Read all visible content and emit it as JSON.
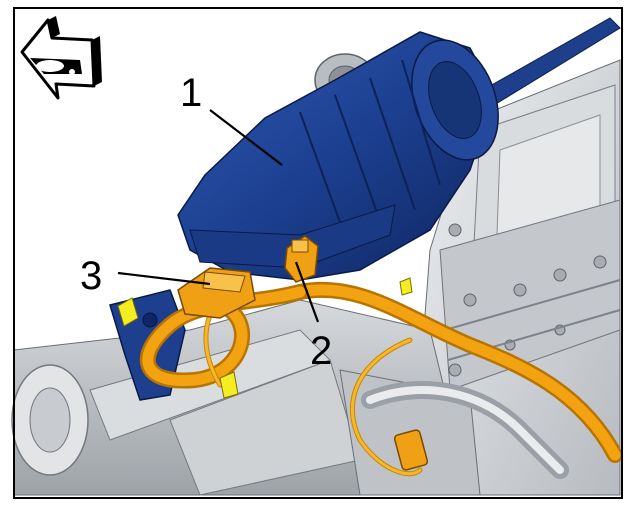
{
  "figure": {
    "callouts": [
      {
        "id": "1",
        "label": "1"
      },
      {
        "id": "2",
        "label": "2"
      },
      {
        "id": "3",
        "label": "3"
      }
    ],
    "orientation_icon": "front-of-vehicle-direction-arrow-icon",
    "colors": {
      "component_blue": "#1c3f8f",
      "harness_orange": "#f3a312",
      "connector_yellow": "#f6ec22",
      "engine_grey": "#c9ccd0",
      "border": "#000000"
    }
  }
}
